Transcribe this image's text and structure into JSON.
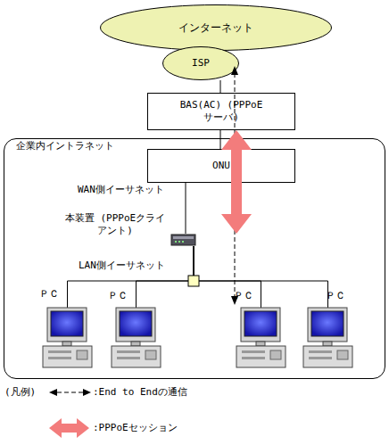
{
  "diagram": {
    "nodes": [
      {
        "text": [
          "インターネット"
        ]
      },
      {
        "text": [
          "ISP"
        ]
      },
      {
        "text": [
          "BAS(AC) (PPPoEサーバ)"
        ]
      },
      {
        "text": [
          "企業内イントラネット"
        ]
      },
      {
        "text": [
          "ONU"
        ],
        "in": 3
      },
      {
        "text": [
          "本装置 (PPPoEクライアント)"
        ],
        "in": 3
      },
      {
        "text": [
          "ＰＣ"
        ],
        "in": 3
      },
      {
        "text": [
          "ＰＣ"
        ],
        "in": 3
      },
      {
        "text": [
          "ＰＣ"
        ],
        "in": 3
      },
      {
        "text": [
          "ＰＣ"
        ],
        "in": 3
      }
    ],
    "edges": [
      {
        "from": 1,
        "to": 2,
        "arrow": "none"
      },
      {
        "from": 2,
        "to": 4,
        "arrow": "none"
      },
      {
        "from": 4,
        "to": 5,
        "arrow": "none"
      },
      {
        "from": 5,
        "to": 6,
        "arrow": "none"
      },
      {
        "from": 5,
        "to": 7,
        "arrow": "none"
      },
      {
        "from": 5,
        "to": 8,
        "arrow": "none"
      },
      {
        "from": 5,
        "to": 9,
        "arrow": "none"
      }
    ],
    "labels": [
      "WAN側イーサネット",
      "LAN側イーサネット",
      "(凡例)"
    ],
    "legend": [
      {
        "text": ":End to Endの通信"
      },
      {
        "text": ":PPPoEセッション"
      }
    ]
  }
}
